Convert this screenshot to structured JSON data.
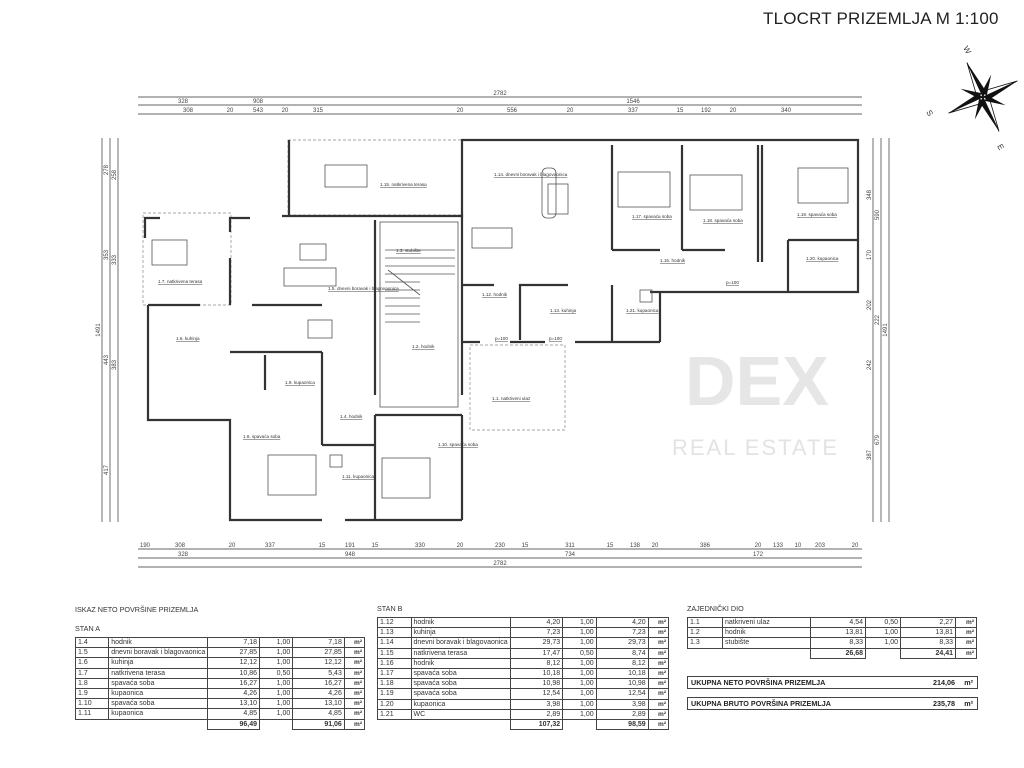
{
  "title": "TLOCRT PRIZEMLJA M 1:100",
  "compass": {
    "w": "W",
    "s": "S",
    "e": "E"
  },
  "watermark": {
    "logo": "DEX",
    "sub": "REAL ESTATE"
  },
  "dims": {
    "top": {
      "total": "2782",
      "row2": [
        "328",
        "908",
        "1546"
      ],
      "row3": [
        "308",
        "20",
        "543",
        "20",
        "315",
        "20",
        "556",
        "20",
        "337",
        "15",
        "192",
        "20",
        "340"
      ]
    },
    "bottom": {
      "row1": [
        "190",
        "308",
        "20",
        "337",
        "15",
        "191",
        "15",
        "330",
        "20",
        "230",
        "15",
        "311",
        "15",
        "138",
        "20",
        "386",
        "20",
        "133",
        "10",
        "203",
        "20"
      ],
      "row2": [
        "328",
        "948",
        "734",
        "172"
      ],
      "total": "2782"
    },
    "left": {
      "outer": [
        "278",
        "353",
        "443",
        "417"
      ],
      "inner": [
        "258",
        "333",
        "383"
      ],
      "total": "1491"
    },
    "right": {
      "inner": [
        "348",
        "170",
        "202",
        "242",
        "387"
      ],
      "mid": [
        "590",
        "222",
        "679"
      ],
      "total": "1491"
    }
  },
  "rooms": [
    "1.15. natkrivena terasa",
    "1.14. dnevni boravak i blagovaonica",
    "1.17. spavaća soba",
    "1.18. spavaća soba",
    "1.19. spavaća soba",
    "1.16. hodnik",
    "1.20. kupaonica",
    "1.7. natkrivena terasa",
    "1.5. dnevni boravak i blagovaonica",
    "1.3. stubište",
    "1.12. hodnik",
    "1.13. kuhinja",
    "1.21. kupaonica",
    "1.6. kuhinja",
    "1.2. hodnik",
    "1.1. natkriveni ulaz",
    "1.9. kupaonica",
    "1.4. hodnik",
    "1.8. spavaća soba",
    "1.10. spavaća soba",
    "1.11. kupaonica"
  ],
  "doors": [
    "p=100",
    "p=100",
    "p=100"
  ],
  "summary": {
    "heading": "ISKAZ  NETO POVRŠINE PRIZEMLJA",
    "unit": "m²",
    "stan_a": {
      "caption": "STAN A",
      "rows": [
        [
          "1.4",
          "hodnik",
          "7,18",
          "1,00",
          "7,18"
        ],
        [
          "1.5",
          "dnevni boravak i blagovaonica",
          "27,85",
          "1,00",
          "27,85"
        ],
        [
          "1.6",
          "kuhinja",
          "12,12",
          "1,00",
          "12,12"
        ],
        [
          "1.7",
          "natkrivena terasa",
          "10,86",
          "0,50",
          "5,43"
        ],
        [
          "1.8",
          "spavaća soba",
          "16,27",
          "1,00",
          "16,27"
        ],
        [
          "1.9",
          "kupaonica",
          "4,26",
          "1,00",
          "4,26"
        ],
        [
          "1.10",
          "spavaća soba",
          "13,10",
          "1,00",
          "13,10"
        ],
        [
          "1.11",
          "kupaonica",
          "4,85",
          "1,00",
          "4,85"
        ]
      ],
      "sum_gross": "96,49",
      "sum_net": "91,06"
    },
    "stan_b": {
      "caption": "STAN B",
      "rows": [
        [
          "1.12",
          "hodnik",
          "4,20",
          "1,00",
          "4,20"
        ],
        [
          "1.13",
          "kuhinja",
          "7,23",
          "1,00",
          "7,23"
        ],
        [
          "1.14",
          "dnevni boravak i blagovaonica",
          "29,73",
          "1,00",
          "29,73"
        ],
        [
          "1.15",
          "natkrivena terasa",
          "17,47",
          "0,50",
          "8,74"
        ],
        [
          "1.16",
          "hodnik",
          "8,12",
          "1,00",
          "8,12"
        ],
        [
          "1.17",
          "spavaća soba",
          "10,18",
          "1,00",
          "10,18"
        ],
        [
          "1.18",
          "spavaća soba",
          "10,98",
          "1,00",
          "10,98"
        ],
        [
          "1.19",
          "spavaća soba",
          "12,54",
          "1,00",
          "12,54"
        ],
        [
          "1.20",
          "kupaonica",
          "3,98",
          "1,00",
          "3,98"
        ],
        [
          "1.21",
          "WC",
          "2,89",
          "1,00",
          "2,89"
        ]
      ],
      "sum_gross": "107,32",
      "sum_net": "98,59"
    },
    "zajednicki": {
      "caption": "ZAJEDNIČKI DIO",
      "rows": [
        [
          "1.1",
          "natkriveni ulaz",
          "4,54",
          "0,50",
          "2,27"
        ],
        [
          "1.2",
          "hodnik",
          "13,81",
          "1,00",
          "13,81"
        ],
        [
          "1.3",
          "stubište",
          "8,33",
          "1,00",
          "8,33"
        ]
      ],
      "sum_gross": "26,68",
      "sum_net": "24,41"
    },
    "ukupna_neto": {
      "label": "UKUPNA NETO POVRŠINA PRIZEMLJA",
      "value": "214,06"
    },
    "ukupna_bruto": {
      "label": "UKUPNA BRUTO POVRŠINA PRIZEMLJA",
      "value": "235,78"
    }
  }
}
